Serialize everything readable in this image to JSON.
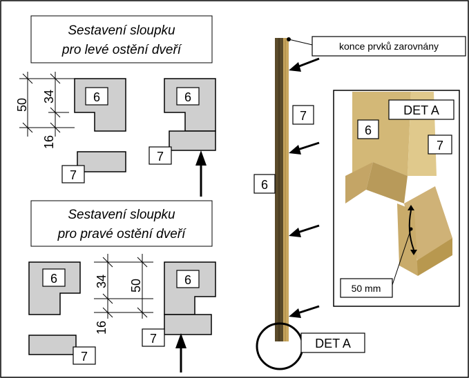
{
  "left_panel": {
    "title_left_line1": "Sestavení sloupku",
    "title_left_line2": "pro levé ostění dveří",
    "title_right_line1": "Sestavení sloupku",
    "title_right_line2": "pro pravé ostění dveří",
    "dim_50": "50",
    "dim_34": "34",
    "dim_16": "16",
    "part_6": "6",
    "part_7": "7"
  },
  "right_panel": {
    "note_label": "konce prvků zarovnány",
    "part_6": "6",
    "part_7": "7",
    "detail_label": "DET A",
    "detail_title": "DET A",
    "detail_part_6": "6",
    "detail_part_7": "7",
    "measure_label": "50 mm"
  },
  "colors": {
    "part_fill": "#cfcfcf",
    "wood_dark": "#5a4a2a",
    "wood_light": "#d9c089"
  }
}
